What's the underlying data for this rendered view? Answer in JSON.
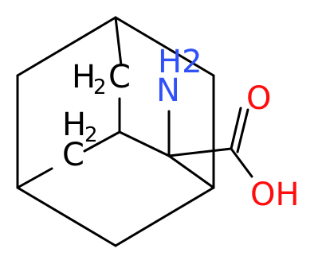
{
  "molecule": {
    "labels": {
      "amine_h2": "H2",
      "amine_n": "N",
      "carbonyl_o": "O",
      "hydroxyl": "OH",
      "ch2_upper_h": "H",
      "ch2_upper_sub": "2",
      "ch2_upper_c": "C",
      "ch2_lower_h": "H",
      "ch2_lower_sub": "2",
      "ch2_lower_c": "C"
    },
    "colors": {
      "bond": "#000000",
      "carbon_label": "#000000",
      "nitrogen": "#3050F8",
      "oxygen": "#FF0D0D"
    }
  }
}
